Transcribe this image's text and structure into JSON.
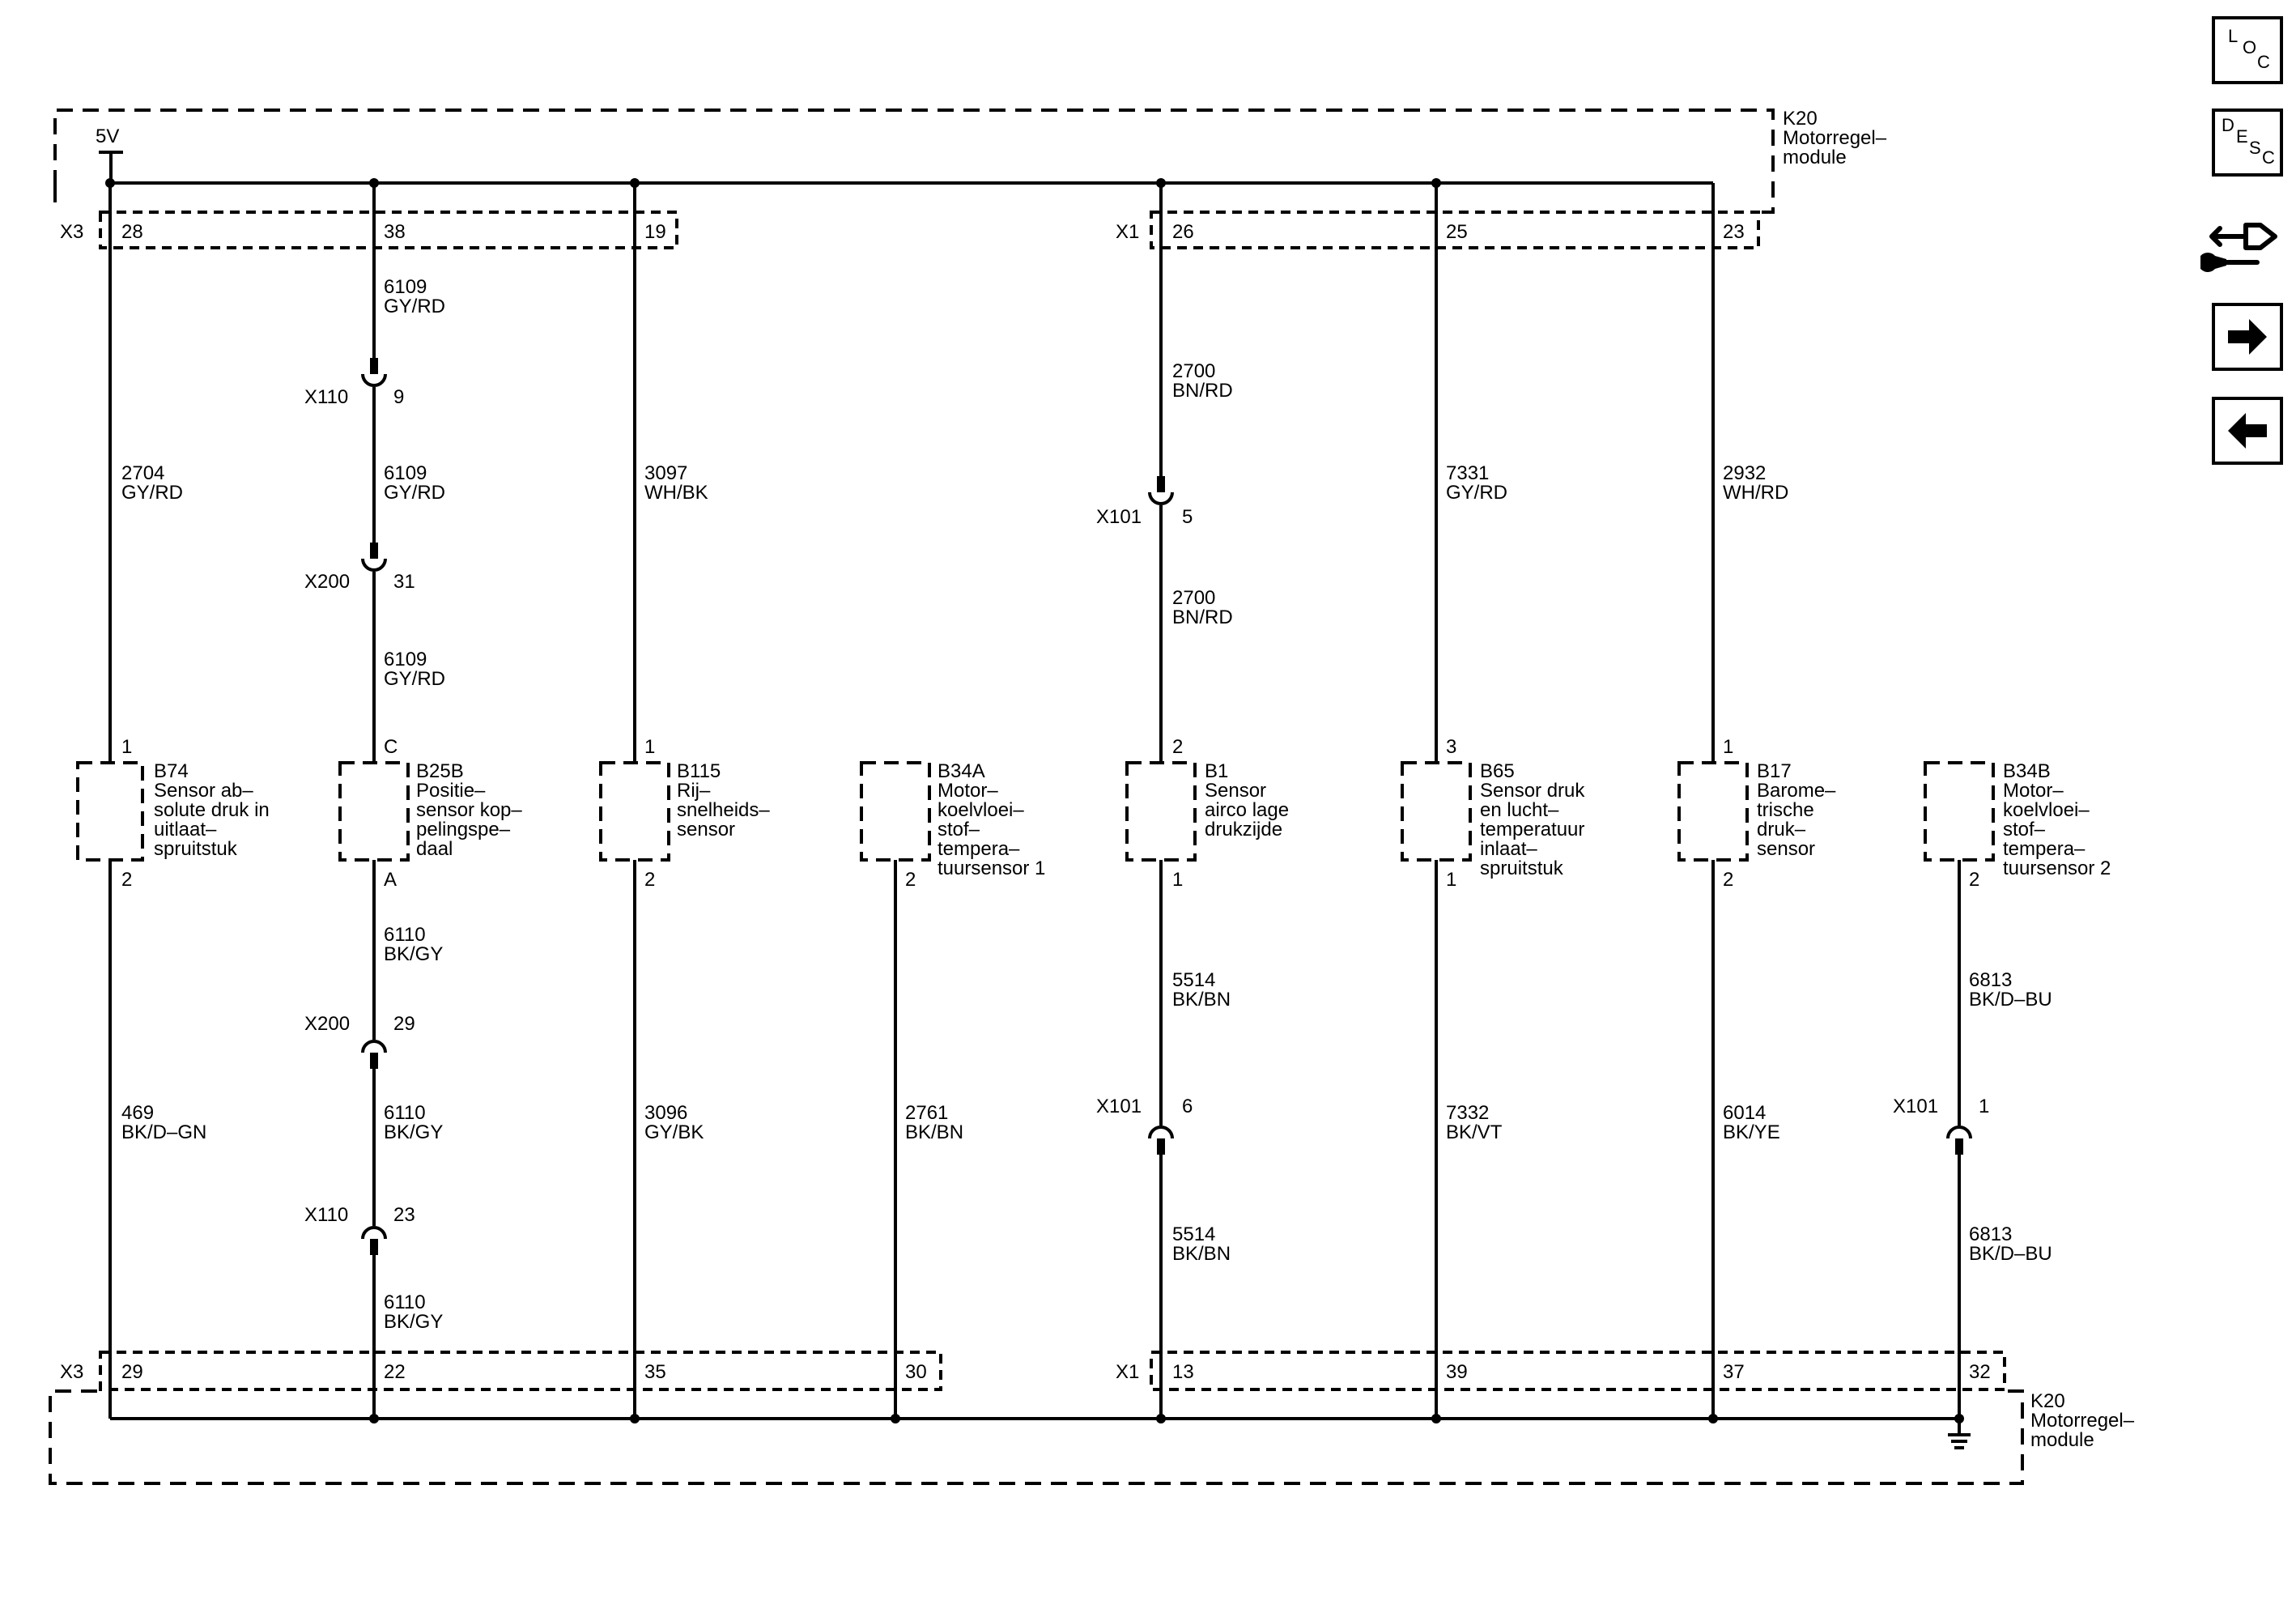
{
  "supply": "5V",
  "top_module": {
    "id": "K20",
    "name_l1": "Motorregel–",
    "name_l2": "module"
  },
  "bottom_module": {
    "id": "K20",
    "name_l1": "Motorregel–",
    "name_l2": "module"
  },
  "connectors": {
    "x3": "X3",
    "x1": "X1"
  },
  "top_pins": [
    "28",
    "38",
    "19",
    "26",
    "25",
    "23"
  ],
  "bottom_pins": [
    "29",
    "22",
    "35",
    "30",
    "13",
    "39",
    "37",
    "32"
  ],
  "wires": [
    {
      "circuit": "2704",
      "color": "GY/RD"
    },
    {
      "circuit": "6109",
      "color": "GY/RD"
    },
    {
      "circuit": "6109",
      "color": "GY/RD"
    },
    {
      "circuit": "6109",
      "color": "GY/RD"
    },
    {
      "circuit": "3097",
      "color": "WH/BK"
    },
    {
      "circuit": "2700",
      "color": "BN/RD"
    },
    {
      "circuit": "2700",
      "color": "BN/RD"
    },
    {
      "circuit": "7331",
      "color": "GY/RD"
    },
    {
      "circuit": "2932",
      "color": "WH/RD"
    },
    {
      "circuit": "469",
      "color": "BK/D–GN"
    },
    {
      "circuit": "6110",
      "color": "BK/GY"
    },
    {
      "circuit": "6110",
      "color": "BK/GY"
    },
    {
      "circuit": "6110",
      "color": "BK/GY"
    },
    {
      "circuit": "3096",
      "color": "GY/BK"
    },
    {
      "circuit": "2761",
      "color": "BK/BN"
    },
    {
      "circuit": "5514",
      "color": "BK/BN"
    },
    {
      "circuit": "5514",
      "color": "BK/BN"
    },
    {
      "circuit": "7332",
      "color": "BK/VT"
    },
    {
      "circuit": "6014",
      "color": "BK/YE"
    },
    {
      "circuit": "6813",
      "color": "BK/D–BU"
    },
    {
      "circuit": "6813",
      "color": "BK/D–BU"
    }
  ],
  "inline_connectors": [
    {
      "name": "X110",
      "pin": "9"
    },
    {
      "name": "X200",
      "pin": "31"
    },
    {
      "name": "X101",
      "pin": "5"
    },
    {
      "name": "X200",
      "pin": "29"
    },
    {
      "name": "X110",
      "pin": "23"
    },
    {
      "name": "X101",
      "pin": "6"
    },
    {
      "name": "X101",
      "pin": "1"
    }
  ],
  "components": [
    {
      "id": "B74",
      "pin_top": "1",
      "pin_bottom": "2",
      "desc": [
        "Sensor ab–",
        "solute druk in",
        "uitlaat–",
        "spruitstuk"
      ]
    },
    {
      "id": "B25B",
      "pin_top": "C",
      "pin_bottom": "A",
      "desc": [
        "Positie–",
        "sensor kop–",
        "pelingspe–",
        "daal"
      ]
    },
    {
      "id": "B115",
      "pin_top": "1",
      "pin_bottom": "2",
      "desc": [
        "Rij–",
        "snelheids–",
        "sensor"
      ]
    },
    {
      "id": "B34A",
      "pin_top": "",
      "pin_bottom": "2",
      "desc": [
        "Motor–",
        "koelvloei–",
        "stof–",
        "tempera–",
        "tuursensor 1"
      ]
    },
    {
      "id": "B1",
      "pin_top": "2",
      "pin_bottom": "1",
      "desc": [
        "Sensor",
        "airco lage",
        "drukzijde"
      ]
    },
    {
      "id": "B65",
      "pin_top": "3",
      "pin_bottom": "1",
      "desc": [
        "Sensor druk",
        "en lucht–",
        "temperatuur",
        "inlaat–",
        "spruitstuk"
      ]
    },
    {
      "id": "B17",
      "pin_top": "1",
      "pin_bottom": "2",
      "desc": [
        "Barome–",
        "trische",
        "druk–",
        "sensor"
      ]
    },
    {
      "id": "B34B",
      "pin_top": "",
      "pin_bottom": "2",
      "desc": [
        "Motor–",
        "koelvloei–",
        "stof–",
        "tempera–",
        "tuursensor 2"
      ]
    }
  ],
  "nav": {
    "loc": [
      "L",
      "O",
      "C"
    ],
    "desc": [
      "D",
      "E",
      "S",
      "C"
    ],
    "connector_icon": "connector-wrench-icon",
    "next_icon": "arrow-right-icon",
    "prev_icon": "arrow-left-icon"
  }
}
